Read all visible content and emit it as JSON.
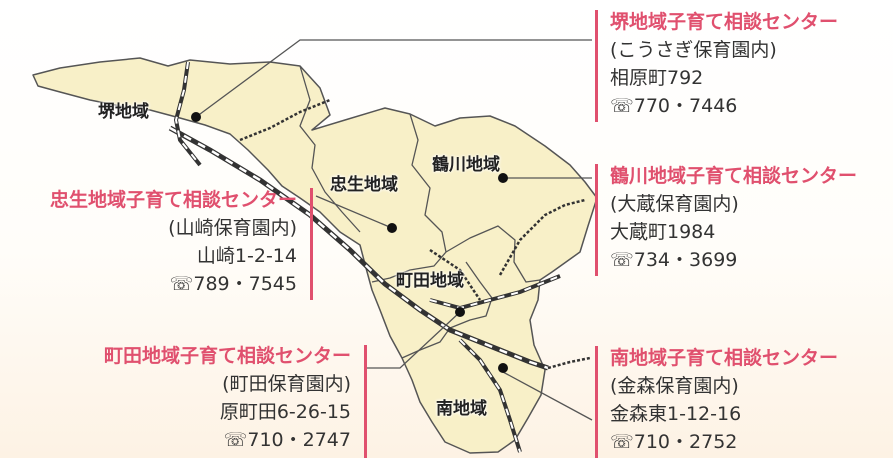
{
  "colors": {
    "land": "#f8f0c8",
    "border": "#555555",
    "title": "#e0506e",
    "rail": "#3a3a3a"
  },
  "areas": {
    "sakai": "堺地域",
    "chusei": "忠生地域",
    "tsurukawa": "鶴川地域",
    "machida": "町田地域",
    "minami": "南地域"
  },
  "centers": {
    "sakai": {
      "title": "堺地域子育て相談センター",
      "facility": "(こうさぎ保育園内)",
      "address": "相原町792",
      "phone": "☏770・7446"
    },
    "tsurukawa": {
      "title": "鶴川地域子育て相談センター",
      "facility": "(大蔵保育園内)",
      "address": "大蔵町1984",
      "phone": "☏734・3699"
    },
    "chusei": {
      "title": "忠生地域子育て相談センター",
      "facility": "(山崎保育園内)",
      "address": "山崎1-2-14",
      "phone": "☏789・7545"
    },
    "machida": {
      "title": "町田地域子育て相談センター",
      "facility": "(町田保育園内)",
      "address": "原町田6-26-15",
      "phone": "☏710・2747"
    },
    "minami": {
      "title": "南地域子育て相談センター",
      "facility": "(金森保育園内)",
      "address": "金森東1-12-16",
      "phone": "☏710・2752"
    }
  }
}
